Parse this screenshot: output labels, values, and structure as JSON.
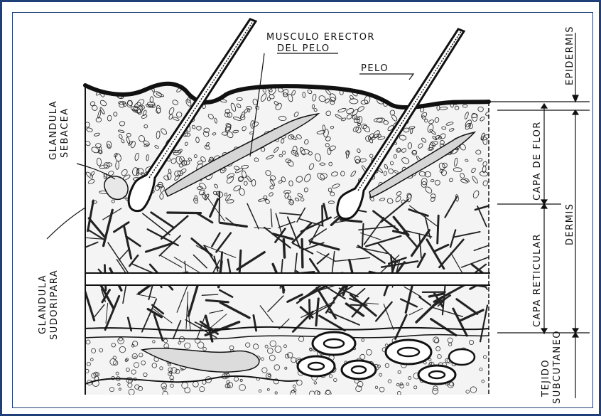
{
  "labels": {
    "musculo_line1": "MUSCULO ERECTOR",
    "musculo_line2": "DEL PELO",
    "pelo": "PELO",
    "glandula_sebacea_line1": "GLANDULA",
    "glandula_sebacea_line2": "SEBACEA",
    "glandula_sudoripara_line1": "GLANDULA",
    "glandula_sudoripara_line2": "SUDORIPARA",
    "epidermis": "EPIDERMIS",
    "capa_de_flor": "CAPA DE FLOR",
    "capa_reticular": "CAPA RETICULAR",
    "dermis": "DERMIS",
    "tejido_line1": "TEJIDO",
    "tejido_line2": "SUBCUTANEO"
  },
  "colors": {
    "frame": "#1f3f78",
    "ink": "#111111"
  }
}
